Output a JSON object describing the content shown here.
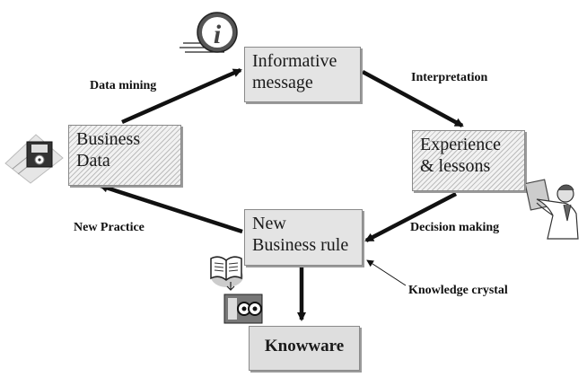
{
  "nodes": {
    "business_data": {
      "line1": "Business",
      "line2": "Data"
    },
    "informative_message": {
      "line1": "Informative",
      "line2": "message"
    },
    "experience_lessons": {
      "line1": "Experience",
      "line2": "& lessons"
    },
    "new_business_rule": {
      "line1": "New",
      "line2": "Business rule"
    },
    "knowware": {
      "label": "Knowware"
    }
  },
  "edges": {
    "data_mining": "Data mining",
    "interpretation": "Interpretation",
    "decision_making": "Decision making",
    "new_practice": "New Practice",
    "knowledge_crystal": "Knowledge crystal"
  },
  "icons": {
    "info": "info-icon",
    "floppy_disk": "floppy-disk-icon",
    "person_reading": "person-reading-icon",
    "book": "open-book-icon",
    "software": "software-icon"
  },
  "colors": {
    "arrow": "#111111",
    "box_border": "#8a8a8a",
    "hatch": "#bdbdbd",
    "plain_fill": "#e4e4e4"
  }
}
